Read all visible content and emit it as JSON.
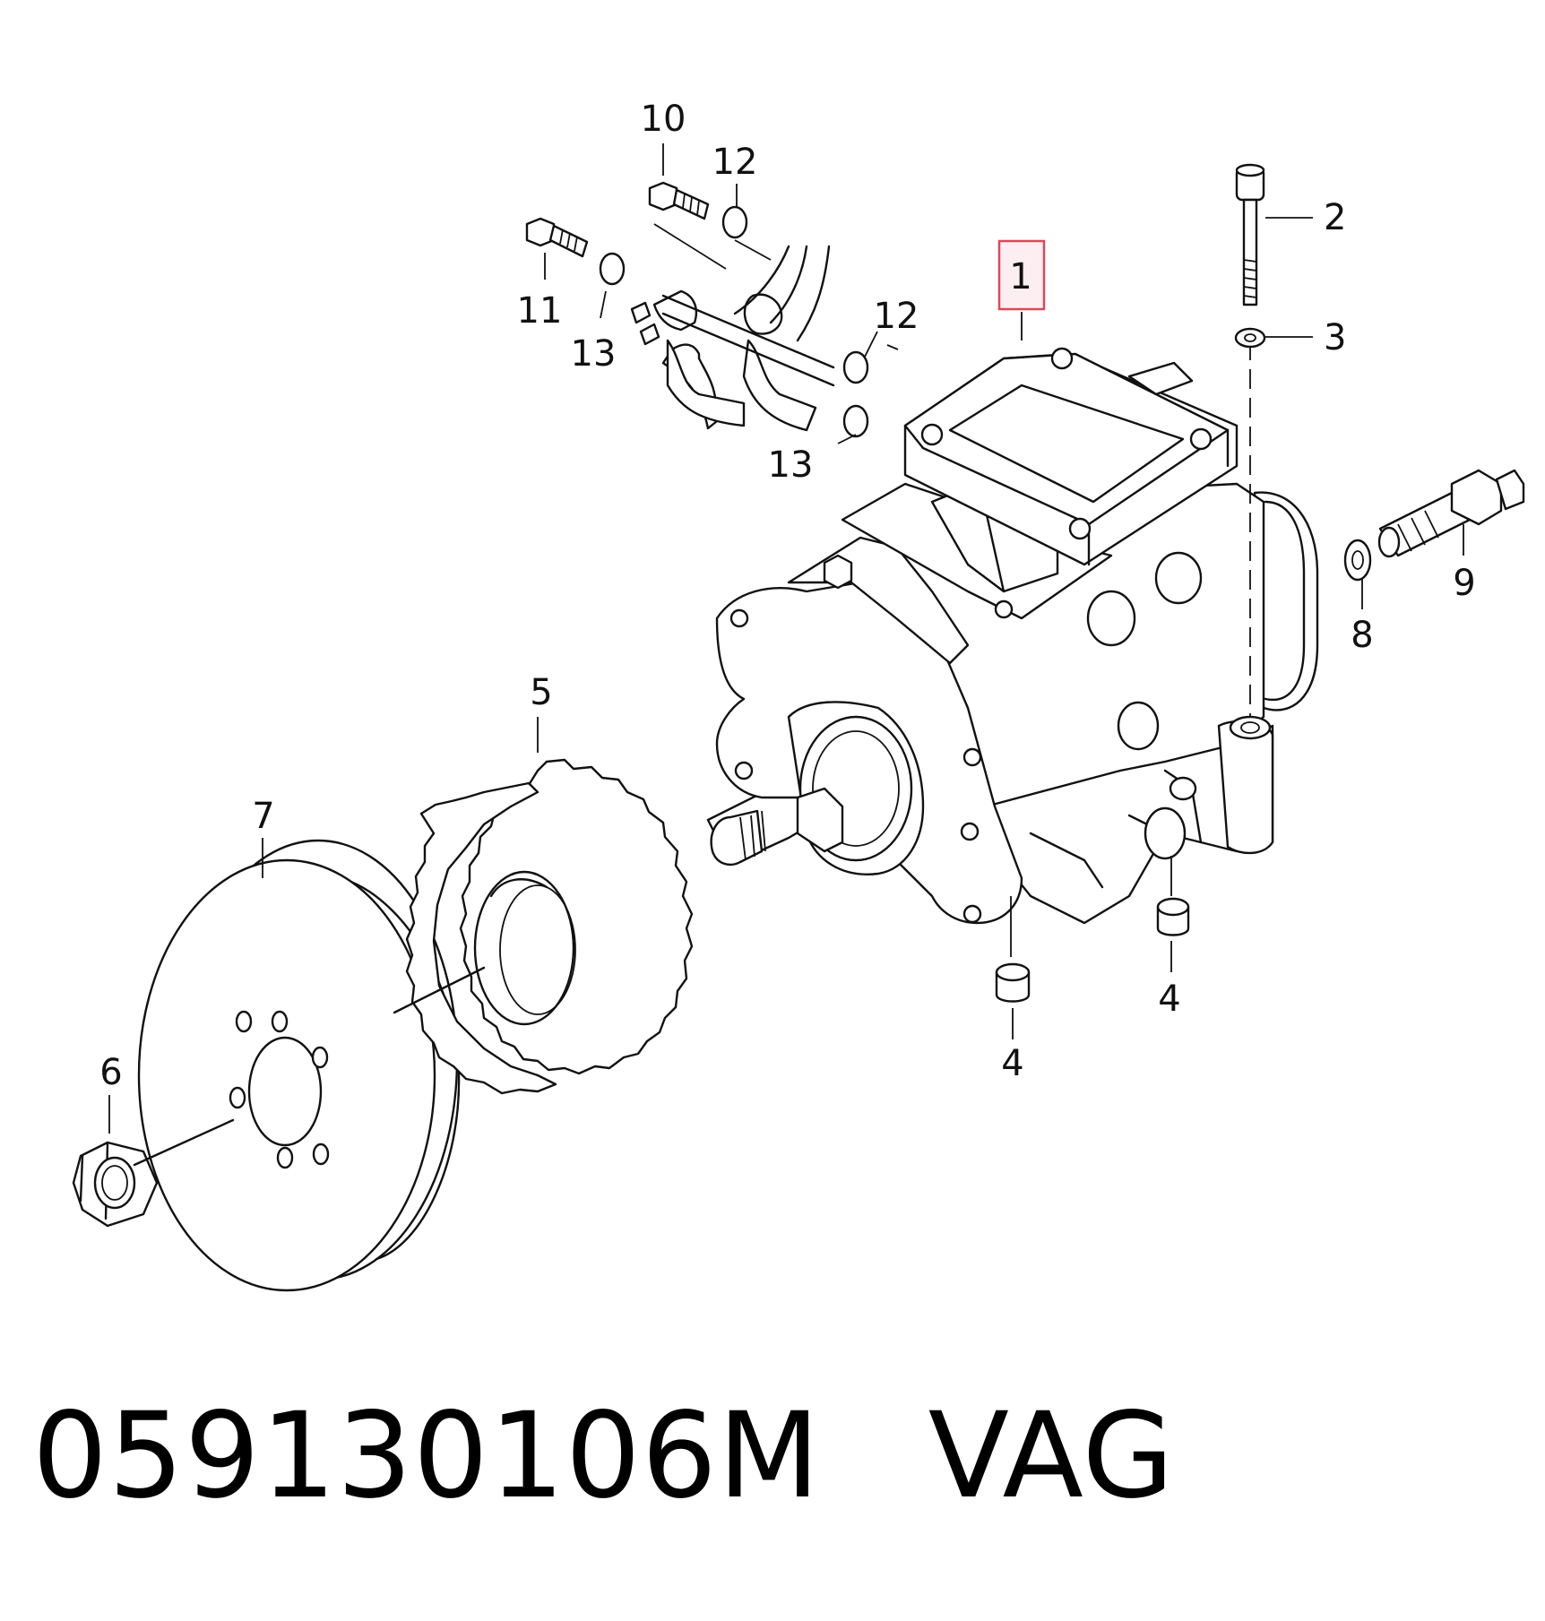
{
  "diagram": {
    "callouts": {
      "c1": "1",
      "c2": "2",
      "c3": "3",
      "c4a": "4",
      "c4b": "4",
      "c5": "5",
      "c6": "6",
      "c7": "7",
      "c8": "8",
      "c9": "9",
      "c10": "10",
      "c11": "11",
      "c12a": "12",
      "c12b": "12",
      "c13a": "13",
      "c13b": "13"
    },
    "highlighted_callout": "1",
    "highlight_color": "#d94a5a"
  },
  "footer": {
    "part_number": "059130106M",
    "brand": "VAG"
  }
}
